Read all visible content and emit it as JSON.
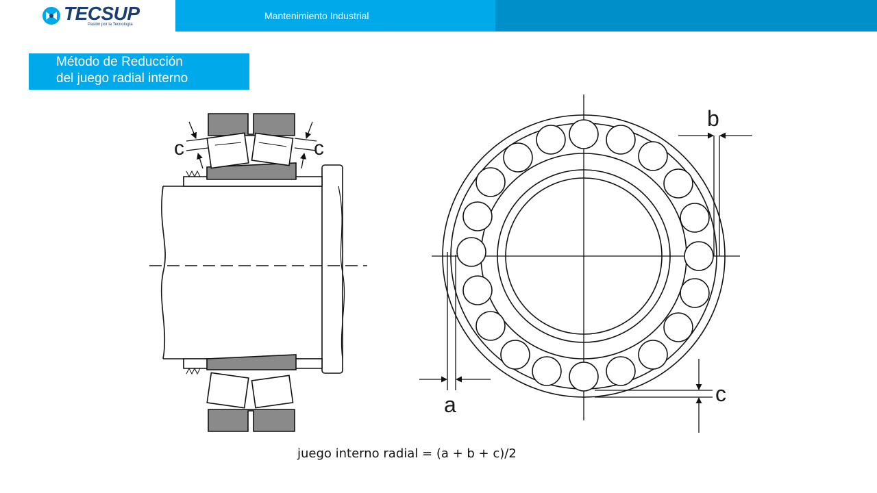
{
  "header": {
    "logo_text": "TECSUP",
    "logo_tagline": "Pasión por la Tecnología",
    "course": "Mantenimiento Industrial",
    "colors": {
      "primary": "#00a9ea",
      "dark": "#0090c9",
      "logo": "#1b3e6f"
    }
  },
  "title": {
    "line1": "Método de Reducción",
    "line2": "del juego radial interno"
  },
  "diagram": {
    "section_labels": {
      "left_c": "c",
      "right_c": "c"
    },
    "front_labels": {
      "a": "a",
      "b": "b",
      "c": "c"
    }
  },
  "formula": "juego interno radial = (a + b + c)/2"
}
